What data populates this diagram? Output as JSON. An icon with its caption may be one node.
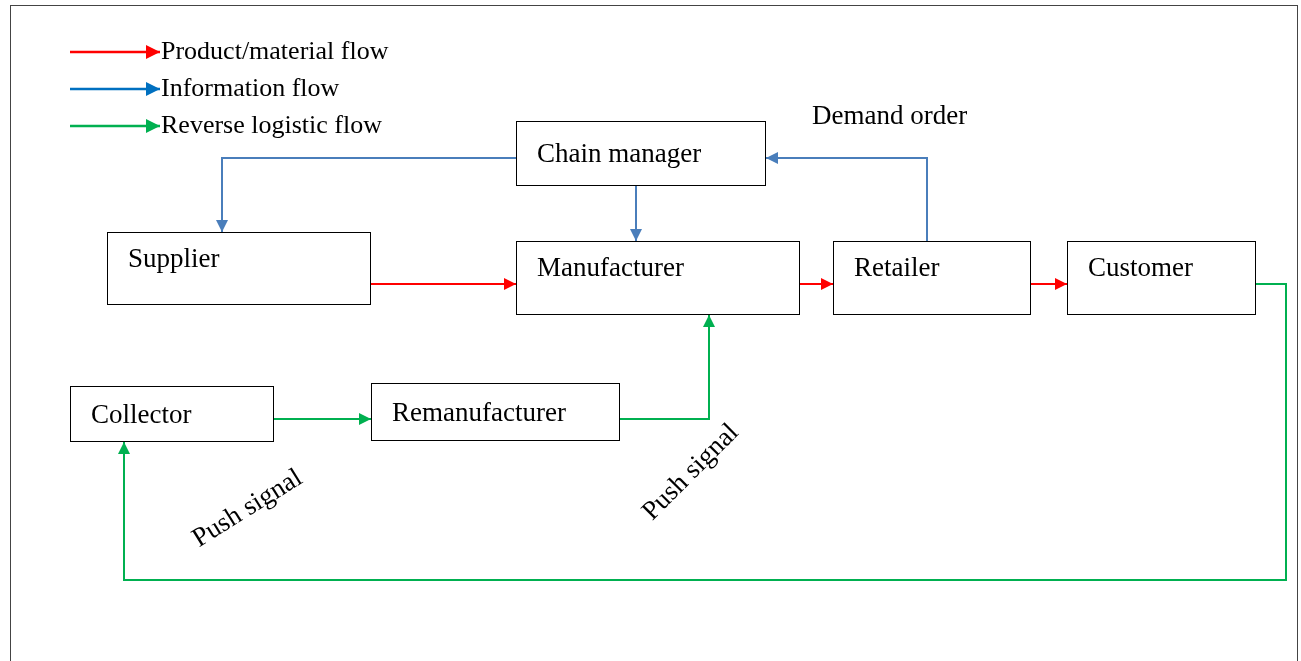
{
  "diagram": {
    "nodes": [
      {
        "text": [
          "Chain manager"
        ]
      },
      {
        "text": [
          "Supplier"
        ]
      },
      {
        "text": [
          "Manufacturer"
        ]
      },
      {
        "text": [
          "Retailer"
        ]
      },
      {
        "text": [
          "Customer"
        ]
      },
      {
        "text": [
          "Collector"
        ]
      },
      {
        "text": [
          "Remanufacturer"
        ]
      }
    ],
    "edges": [
      {
        "from": 0,
        "to": 1,
        "arrow": "to",
        "color": "#4a7ebb"
      },
      {
        "from": 0,
        "to": 2,
        "arrow": "to",
        "color": "#4a7ebb"
      },
      {
        "from": 3,
        "to": 0,
        "arrow": "to",
        "label": "Demand order",
        "color": "#4a7ebb"
      },
      {
        "from": 1,
        "to": 2,
        "arrow": "to",
        "color": "#ff0000"
      },
      {
        "from": 2,
        "to": 3,
        "arrow": "to",
        "color": "#ff0000"
      },
      {
        "from": 3,
        "to": 4,
        "arrow": "to",
        "color": "#ff0000"
      },
      {
        "from": 4,
        "to": 5,
        "arrow": "to",
        "label": "Push signal",
        "color": "#00b050"
      },
      {
        "from": 5,
        "to": 6,
        "arrow": "to",
        "color": "#00b050"
      },
      {
        "from": 6,
        "to": 2,
        "arrow": "to",
        "label": "Push signal",
        "color": "#00b050"
      }
    ],
    "legend": [
      {
        "text": "Product/material flow"
      },
      {
        "text": "Information flow"
      },
      {
        "text": "Reverse logistic flow"
      }
    ]
  }
}
